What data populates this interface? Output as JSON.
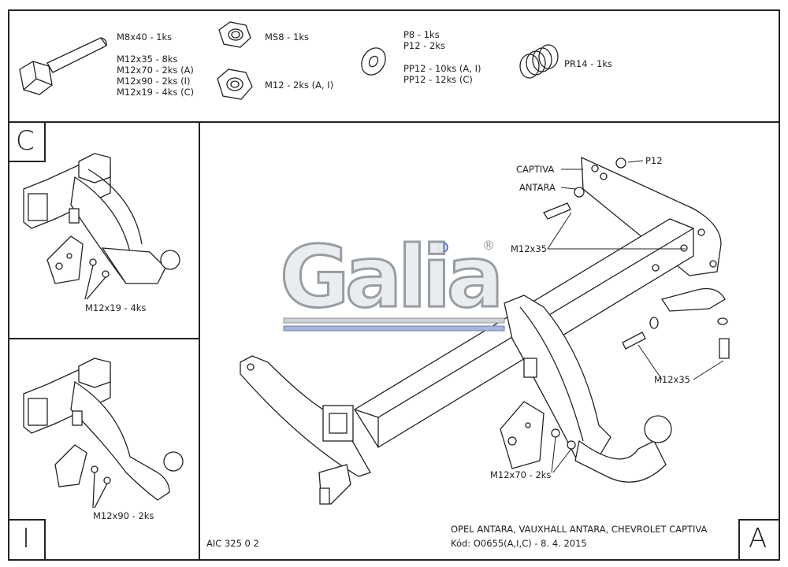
{
  "parts": {
    "bolt_m8x40": "M8x40 - 1ks",
    "bolt_list": [
      "M12x35 - 8ks",
      "M12x70 - 2ks (A)",
      "M12x90 - 2ks (I)",
      "M12x19 - 4ks (C)"
    ],
    "nut_ms8": "MS8 - 1ks",
    "nut_m12": "M12 - 2ks (A, I)",
    "washer_a": [
      "P8 - 1ks",
      "P12 - 2ks"
    ],
    "washer_b": [
      "PP12 - 10ks (A, I)",
      "PP12 - 12ks (C)"
    ],
    "spring": "PR14 - 1ks"
  },
  "variants": {
    "c": "C",
    "i": "I",
    "a": "A"
  },
  "callouts": {
    "c_bolts": "M12x19 - 4ks",
    "i_bolts": "M12x90 - 2ks",
    "captiva": "CAPTIVA",
    "antara": "ANTARA",
    "p12": "P12",
    "m12x35_top": "M12x35",
    "m12x35_right": "M12x35",
    "m12x70": "M12x70 - 2ks"
  },
  "logo": {
    "text": "Galia",
    "mark": "®"
  },
  "footer": {
    "code": "AIC 325 0 2",
    "vehicle": "OPEL ANTARA, VAUXHALL ANTARA, CHEVROLET CAPTIVA",
    "kod": "Kód: O0655(A,I,C) - 8. 4. 2015"
  }
}
